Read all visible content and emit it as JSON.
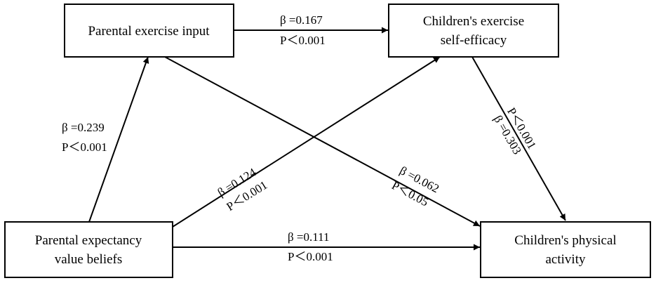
{
  "nodes": {
    "parental_input": {
      "lines": [
        "Parental exercise input"
      ]
    },
    "self_efficacy": {
      "lines": [
        "Children's exercise",
        "self-efficacy"
      ]
    },
    "expectancy": {
      "lines": [
        "Parental expectancy",
        "value beliefs"
      ]
    },
    "physical_activity": {
      "lines": [
        "Children's physical",
        "activity"
      ]
    }
  },
  "paths": [
    {
      "id": "input_to_efficacy",
      "from": "parental_input",
      "to": "self_efficacy",
      "beta": "β =0.167",
      "p": "P＜0.001"
    },
    {
      "id": "expectancy_to_input",
      "from": "expectancy",
      "to": "parental_input",
      "beta": "β =0.239",
      "p": "P＜0.001"
    },
    {
      "id": "expectancy_to_efficacy",
      "from": "expectancy",
      "to": "self_efficacy",
      "beta": "β =0.124",
      "p": "P＜0.001"
    },
    {
      "id": "input_to_activity",
      "from": "parental_input",
      "to": "physical_activity",
      "beta": "β =0.062",
      "p": "P＜0.05"
    },
    {
      "id": "efficacy_to_activity",
      "from": "self_efficacy",
      "to": "physical_activity",
      "beta": "β =0.303",
      "p": "P＜0.001"
    },
    {
      "id": "expectancy_to_activity",
      "from": "expectancy",
      "to": "physical_activity",
      "beta": "β =0.111",
      "p": "P＜0.001"
    }
  ]
}
